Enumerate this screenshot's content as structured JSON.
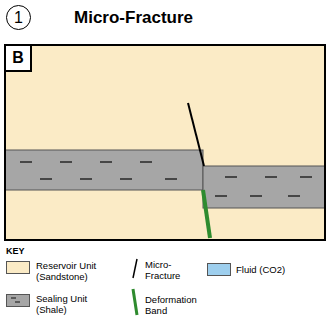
{
  "diagram": {
    "title": "Micro-Fracture",
    "nodes": [
      {
        "text": [
          "1"
        ]
      },
      {
        "text": [
          "B"
        ]
      }
    ],
    "labels": [
      "KEY"
    ],
    "legend": [
      {
        "text": "Reservoir Unit (Sandstone)",
        "color": "#fbebc6"
      },
      {
        "text": "Micro-Fracture"
      },
      {
        "text": "Fluid (CO2)",
        "color": "#9ecfee"
      },
      {
        "text": "Sealing Unit (Shale)",
        "color": "#a6a6a6"
      },
      {
        "text": "Deformation Band"
      }
    ]
  }
}
